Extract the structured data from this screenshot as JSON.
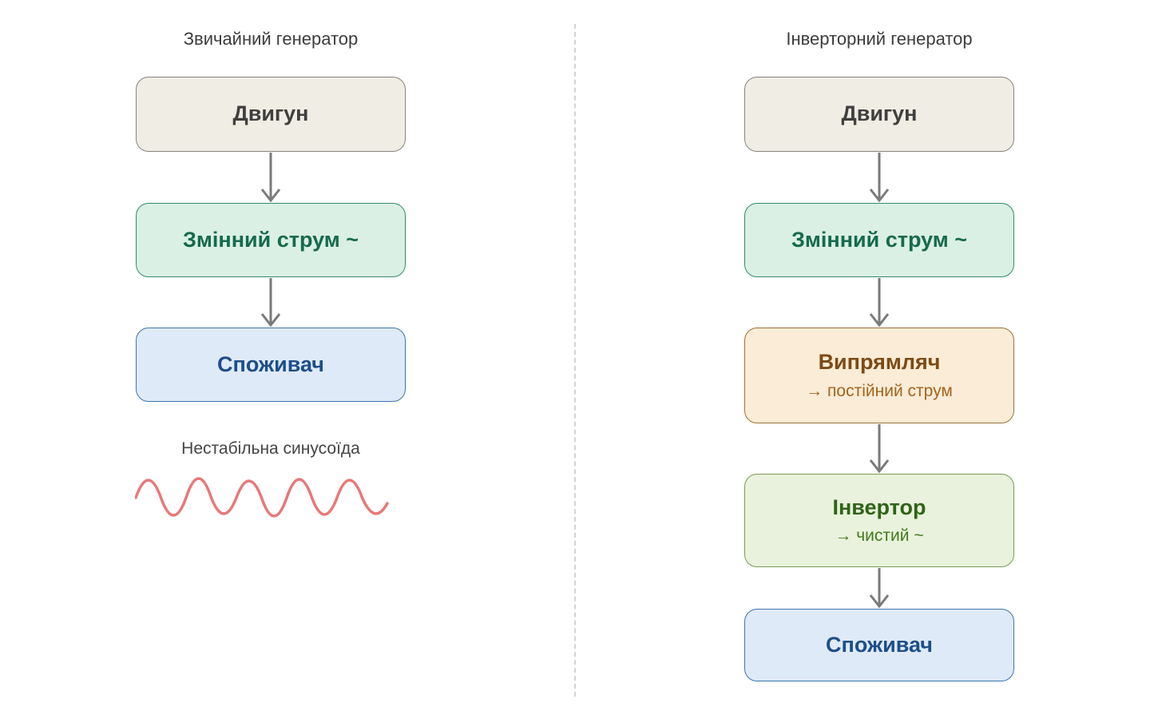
{
  "left_column": {
    "title": "Звичайний генератор",
    "boxes": [
      {
        "label": "Двигун"
      },
      {
        "label": "Змінний струм ~"
      },
      {
        "label": "Споживач"
      }
    ],
    "wave_caption": "Нестабільна синусоїда"
  },
  "right_column": {
    "title": "Інверторний генератор",
    "boxes": [
      {
        "label": "Двигун"
      },
      {
        "label": "Змінний струм ~"
      },
      {
        "label": "Випрямляч",
        "sublabel": "→ постійний струм"
      },
      {
        "label": "Інвертор",
        "sublabel": "→ чистий ~"
      },
      {
        "label": "Споживач"
      }
    ]
  },
  "colors": {
    "engine_fill": "#f0ede4",
    "engine_border": "#85857d",
    "engine_text": "#3f3f3f",
    "ac_fill": "#dbf0e5",
    "ac_border": "#35896a",
    "ac_text": "#156a4e",
    "consumer_fill": "#dfeaf8",
    "consumer_border": "#3d75b0",
    "consumer_text": "#1d4e89",
    "rectifier_fill": "#faecd6",
    "rectifier_border": "#a0703a",
    "rectifier_text": "#7d4a15",
    "rectifier_sub_text": "#a4641f",
    "inverter_fill": "#e9f2dc",
    "inverter_border": "#7a9b55",
    "inverter_text": "#2f6418",
    "inverter_sub_text": "#447a1f",
    "arrow": "#7a7a7a",
    "wave": "#e87878",
    "divider": "#d4d4d4",
    "title_text": "#3d3d3d"
  }
}
